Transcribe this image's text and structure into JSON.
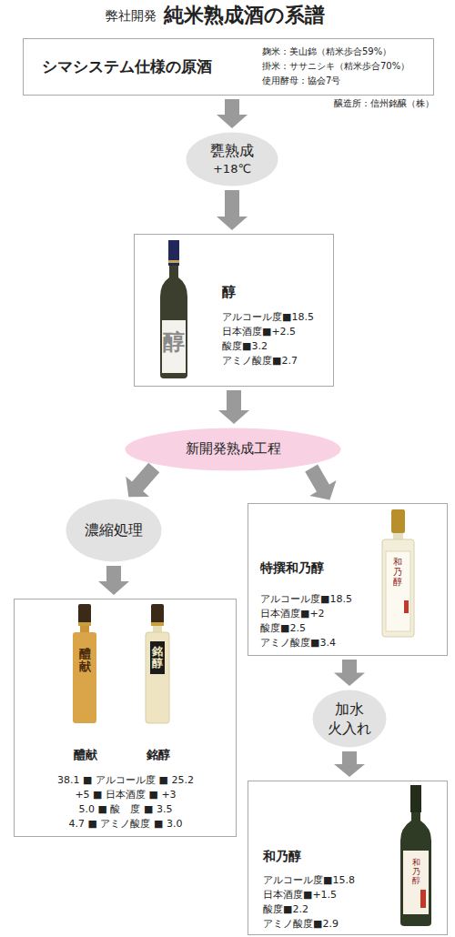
{
  "diagram": {
    "title": "純米熟成酒の系譜",
    "nodes": [
      {
        "text": [
          "シマシステム仕様の原酒",
          "麹米：美山錦（精米歩合59%）",
          "掛米：ササニシキ（精米歩合70%）",
          "使用酵母：協会7号"
        ]
      },
      {
        "text": [
          "甕熟成",
          "+18℃"
        ]
      },
      {
        "text": [
          "醇",
          "アルコール度■18.5",
          "日本酒度■+2.5",
          "酸度■3.2",
          "アミノ酸度■2.7"
        ]
      },
      {
        "text": [
          "新開発熟成工程"
        ]
      },
      {
        "text": [
          "濃縮処理"
        ]
      },
      {
        "text": [
          "醴献",
          "銘醇",
          "38.1 ■ アルコール度 ■ 25.2",
          "+5 ■ 日本酒度 ■ +3",
          "5.0 ■ 酸　度 ■ 3.5",
          "4.7 ■ アミノ酸度 ■ 3.0"
        ]
      },
      {
        "text": [
          "特撰和乃醇",
          "アルコール度■18.5",
          "日本酒度■+2",
          "酸度■2.5",
          "アミノ酸度■3.4"
        ]
      },
      {
        "text": [
          "加水",
          "火入れ"
        ]
      },
      {
        "text": [
          "和乃醇",
          "アルコール度■15.8",
          "日本酒度■+1.5",
          "酸度■2.2",
          "アミノ酸度■2.9"
        ]
      }
    ],
    "edges": [
      {
        "from": 0,
        "to": 1,
        "arrow": "to"
      },
      {
        "from": 1,
        "to": 2,
        "arrow": "to"
      },
      {
        "from": 2,
        "to": 3,
        "arrow": "to"
      },
      {
        "from": 3,
        "to": 4,
        "arrow": "to"
      },
      {
        "from": 3,
        "to": 6,
        "arrow": "to"
      },
      {
        "from": 4,
        "to": 5,
        "arrow": "to"
      },
      {
        "from": 6,
        "to": 7,
        "arrow": "to"
      },
      {
        "from": 7,
        "to": 8,
        "arrow": "to"
      }
    ],
    "labels": [
      "弊社開発",
      "醸造所：信州銘醸（株）",
      "醇",
      "醴献",
      "銘醇",
      "和乃醇",
      "和乃醇"
    ]
  }
}
